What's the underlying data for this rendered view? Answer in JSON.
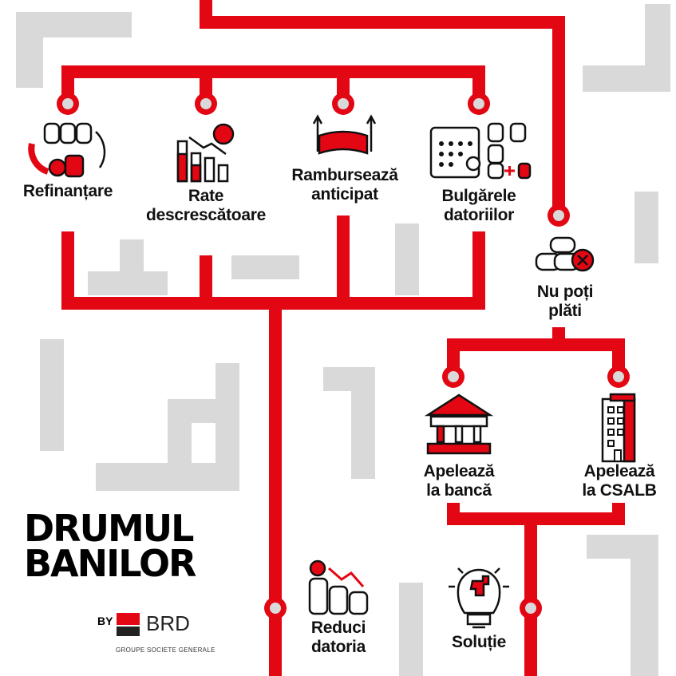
{
  "colors": {
    "accent": "#e30613",
    "gray": "#d9d9d9",
    "text": "#111111"
  },
  "steps": {
    "refinantare": "Refinanțare",
    "rate_l1": "Rate",
    "rate_l2": "descrescătoare",
    "ramb_l1": "Rambursează",
    "ramb_l2": "anticipat",
    "bulg_l1": "Bulgărele",
    "bulg_l2": "datoriilor",
    "nu_l1": "Nu poți",
    "nu_l2": "plăti",
    "banca_l1": "Apelează",
    "banca_l2": "la bancă",
    "csalb_l1": "Apelează",
    "csalb_l2": "la CSALB",
    "reduci_l1": "Reduci",
    "reduci_l2": "datoria",
    "solutie": "Soluție"
  },
  "logo": {
    "line1": "DRUMUL",
    "line2": "BANILOR",
    "by": "BY",
    "brand": "BRD",
    "group": "GROUPE SOCIETE GENERALE"
  }
}
